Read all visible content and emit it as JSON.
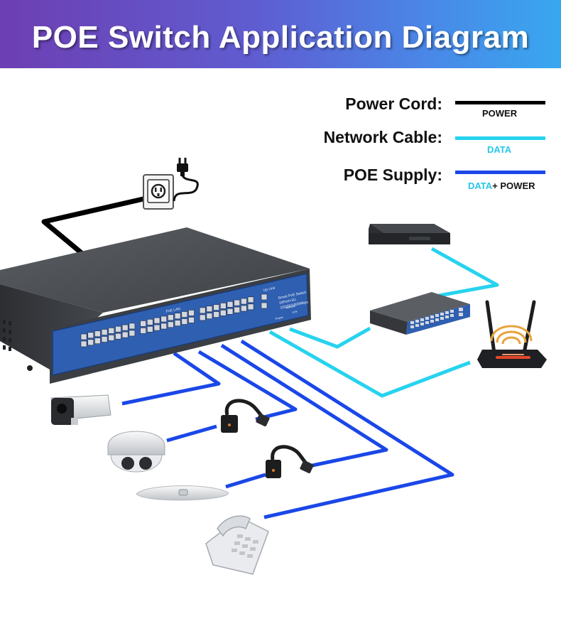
{
  "banner": {
    "title": "POE Switch Application Diagram"
  },
  "legend": {
    "power": {
      "label": "Power Cord:",
      "tag": "POWER",
      "color": "#000000"
    },
    "network": {
      "label": "Network Cable:",
      "tag": "DATA",
      "color": "#27d3ee"
    },
    "poe": {
      "label": "POE Supply:",
      "tag_data": "DATA",
      "tag_power": "+ POWER",
      "color": "#1a47e8"
    }
  },
  "devices": {
    "switch_front_lines": [
      "Smart PoE Switch",
      "24Port+2U",
      "10/100/1000Mbps"
    ],
    "switch_group_left": "PoE LAN",
    "switch_group_right": "Up Link",
    "switch_power_led": "Power",
    "switch_link_led": "Link",
    "switch_network_led": "Network"
  },
  "colors": {
    "chassis": "#4a4d52",
    "chassis_dark": "#2f3135",
    "front_panel": "#2f5fb0",
    "port": "#d4d7dc",
    "poe_line": "#1a47e8",
    "data_line": "#27d3ee",
    "power_line": "#000000"
  }
}
